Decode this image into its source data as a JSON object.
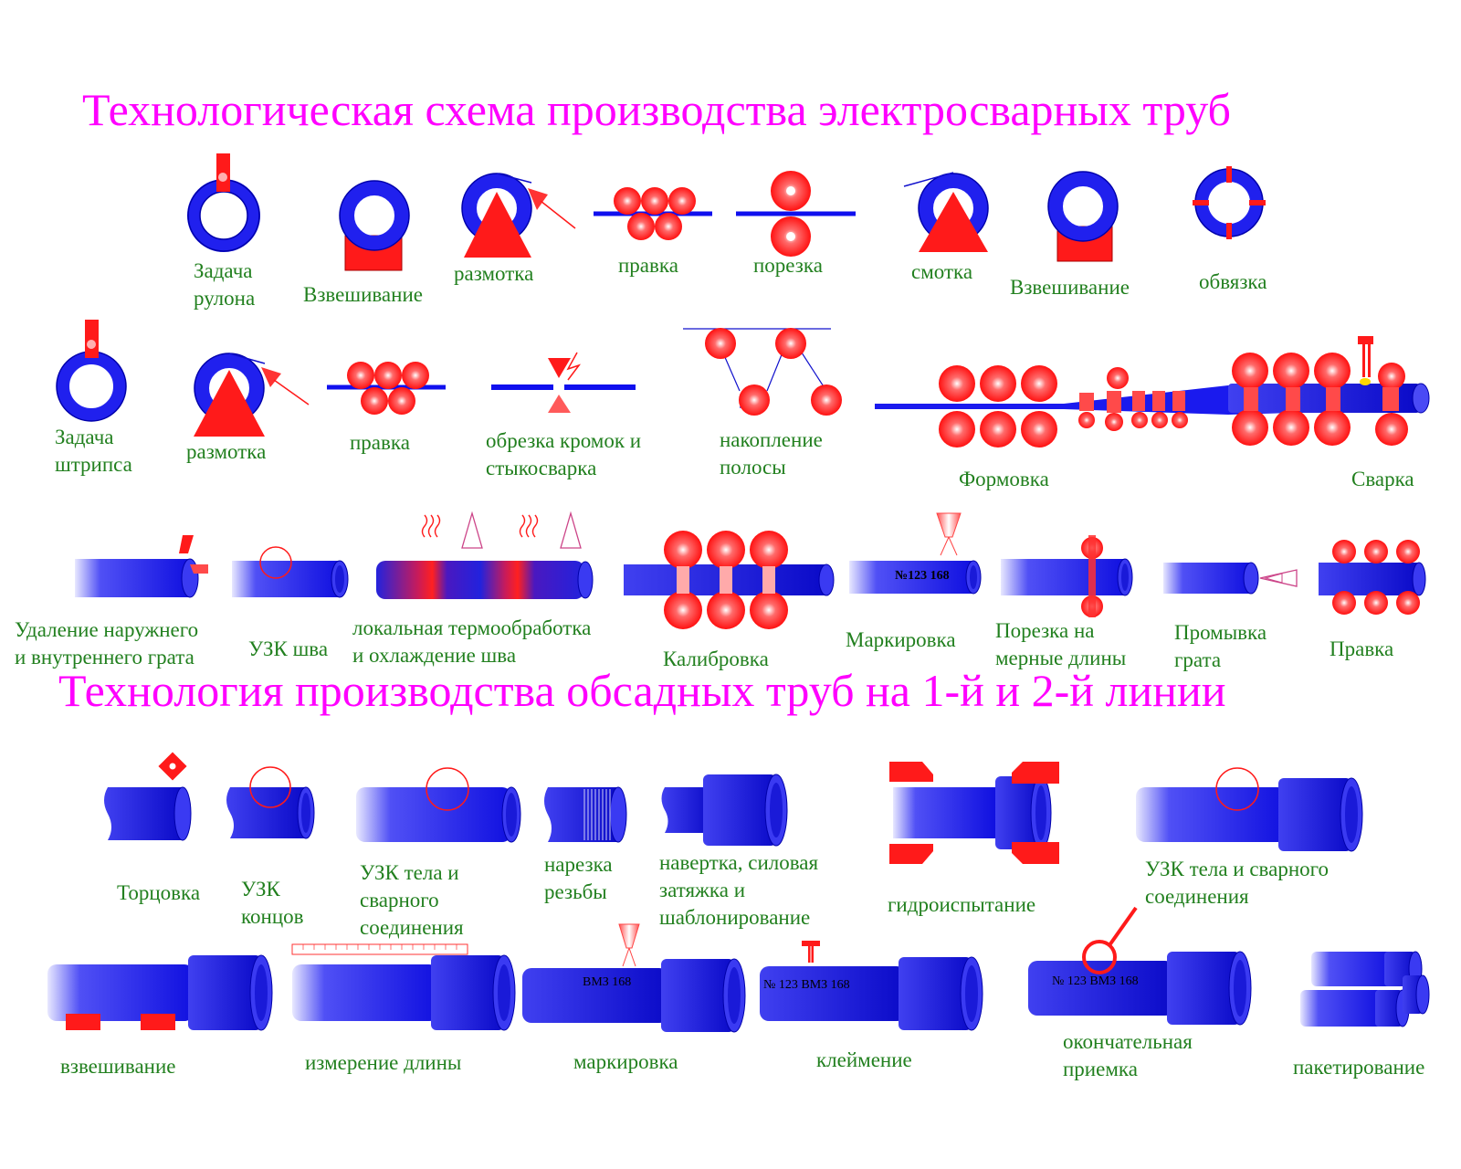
{
  "titles": {
    "main": "Технологическая схема производства электросварных труб",
    "casing": "Технология производства обсадных труб на 1-й и 2-й линии"
  },
  "labels": {
    "coil_feed": [
      "Задача",
      "рулона"
    ],
    "weighing_1": "Взвешивание",
    "unwinding_1": "размотка",
    "straightening_1": "правка",
    "cutting": "порезка",
    "winding": "смотка",
    "weighing_2": "Взвешивание",
    "strapping": "обвязка",
    "strip_feed": [
      "Задача",
      "штрипса"
    ],
    "unwinding_2": "размотка",
    "straightening_2": "правка",
    "edge_trim_butt_weld": [
      "обрезка кромок и",
      "стыкосварка"
    ],
    "strip_accumulation": [
      "накопление",
      "полосы"
    ],
    "forming": "Формовка",
    "welding": "Сварка",
    "burr_removal": [
      "Удаление наружнего",
      "и внутреннего грата"
    ],
    "seam_ut": "УЗК шва",
    "heat_treatment": [
      "локальная термообработка",
      "и охлаждение шва"
    ],
    "sizing": "Калибровка",
    "marking_1": "Маркировка",
    "cut_to_length": [
      "Порезка на",
      "мерные длины"
    ],
    "burr_flushing": [
      "Промывка",
      "грата"
    ],
    "straightening_3": "Правка",
    "facing": "Торцовка",
    "ends_ut": [
      "УЗК",
      "концов"
    ],
    "body_weld_ut_1": [
      "УЗК тела  и",
      "сварного",
      "соединения"
    ],
    "threading": [
      "нарезка",
      "резьбы"
    ],
    "coupling_makeup": [
      "навертка, силовая",
      "затяжка и",
      "шаблонирование"
    ],
    "hydrotest": "гидроиспытание",
    "body_weld_ut_2": [
      "УЗК тела  и сварного",
      "соединения"
    ],
    "weighing_3": "взвешивание",
    "length_measure": "измерение длины",
    "marking_2": "маркировка",
    "stamping": "клеймение",
    "final_acceptance": [
      "окончательная",
      "приемка"
    ],
    "bundling": "пакетирование"
  },
  "pipe_marks": {
    "marking_1": "№123 168",
    "marking_2": "ВМЗ 168",
    "stamping": "№ 123 ВМЗ 168",
    "final": "№ 123   ВМЗ 168"
  },
  "colors": {
    "title": "#ff00ff",
    "label": "#22801f",
    "pipe": "#1010ee",
    "roll": "#ff1a1a"
  }
}
